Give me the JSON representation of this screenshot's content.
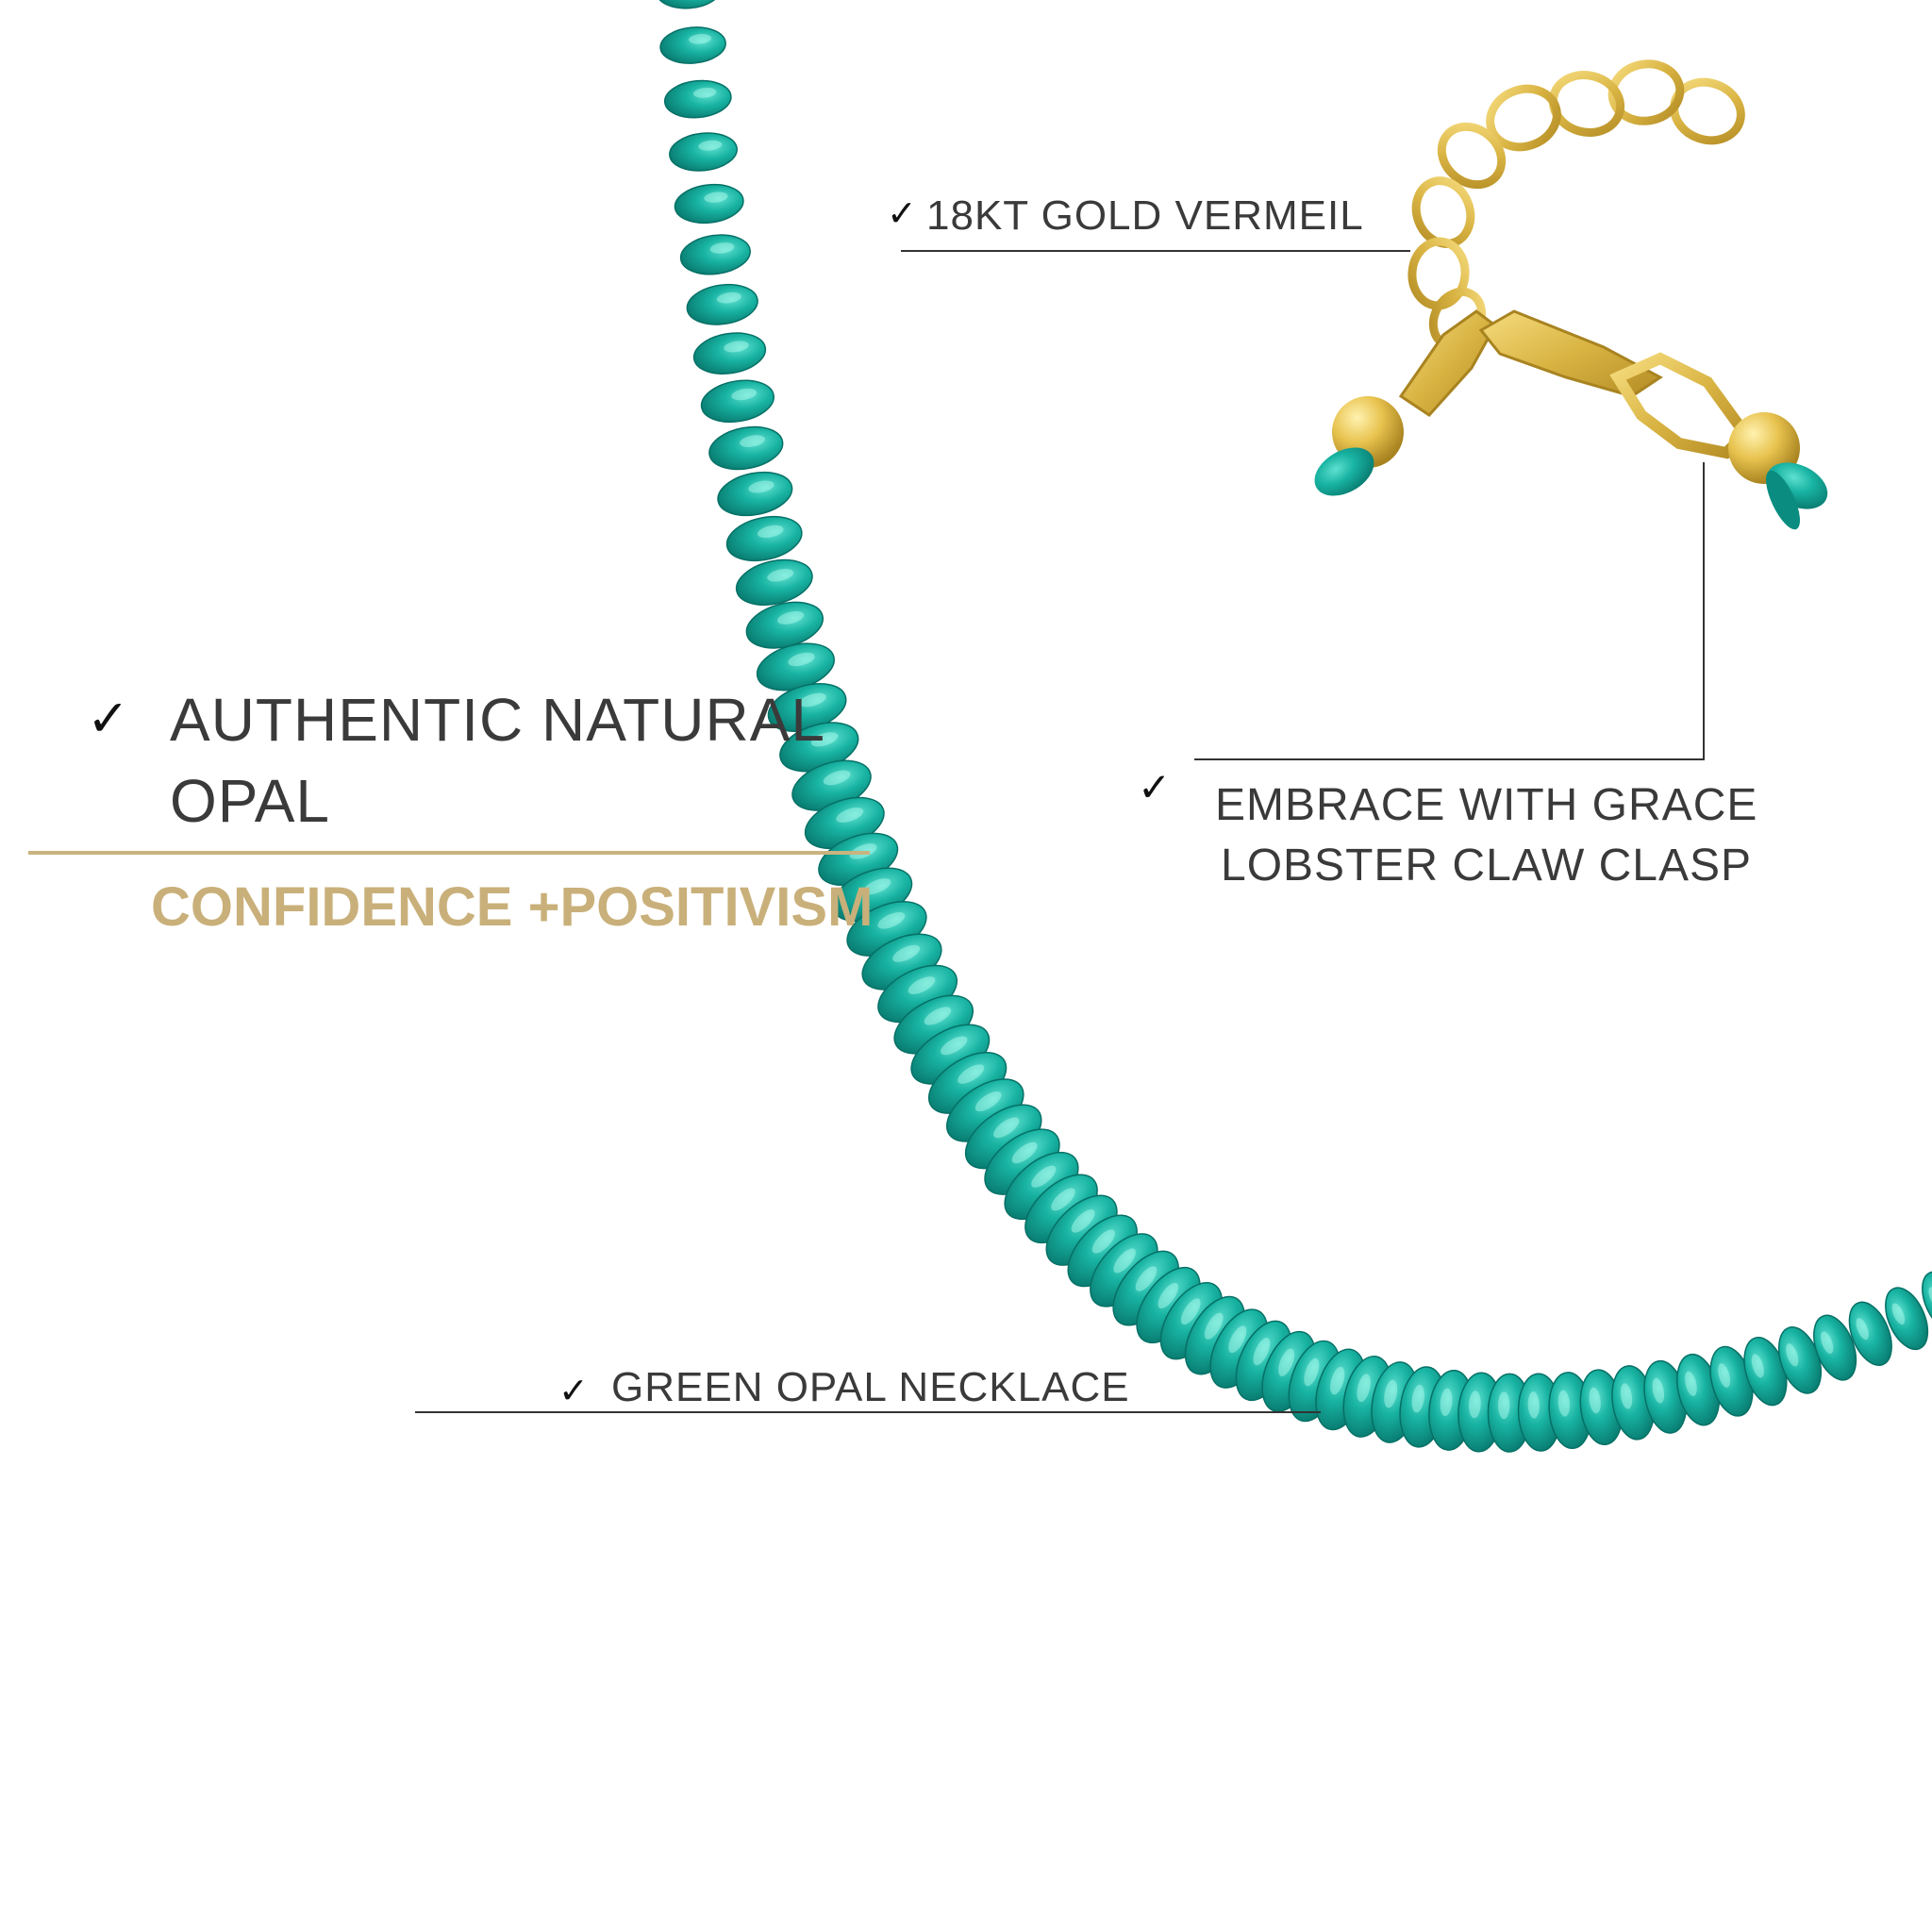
{
  "labels": {
    "gold": "18KT  GOLD VERMEIL",
    "clasp_line1": "EMBRACE WITH GRACE",
    "clasp_line2": "LOBSTER CLAW CLASP",
    "opal_line1": "AUTHENTIC NATURAL",
    "opal_line2": "OPAL",
    "tagline": "CONFIDENCE +POSITIVISM",
    "necklace": "GREEN OPAL NECKLACE",
    "check": "✓"
  },
  "colors": {
    "background": "#ffffff",
    "text": "#3a3a3a",
    "gold_accent": "#c9b07a",
    "bead_teal": "#14a89a",
    "metal_gold": "#e2c15a"
  }
}
